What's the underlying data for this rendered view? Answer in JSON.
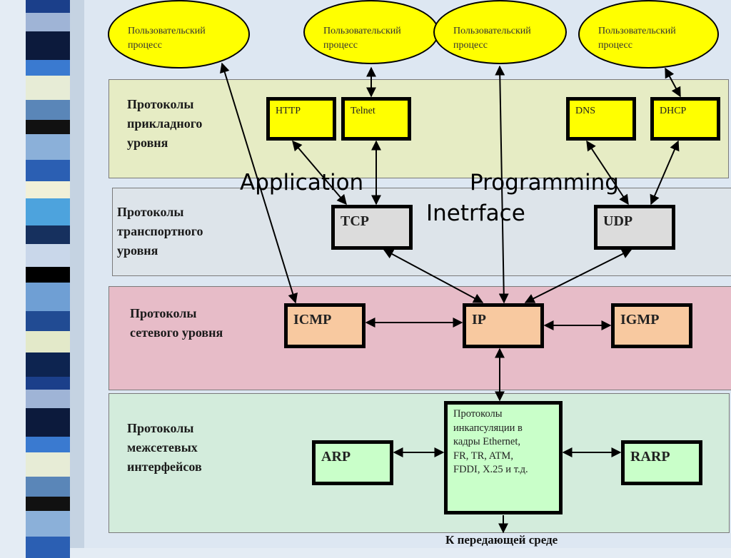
{
  "processes": [
    "Пользовательский\nпроцесс",
    "Пользовательский\nпроцесс",
    "Пользовательский\nпроцесс",
    "Пользовательский\nпроцесс"
  ],
  "layers": {
    "application": "Протоколы\nприкладного\nуровня",
    "transport": "Протоколы\nтранспортного\nуровня",
    "network": "Протоколы\nсетевого уровня",
    "link": "Протоколы\nмежсетевых\nинтерфейсов"
  },
  "protocols": {
    "http": "HTTP",
    "telnet": "Telnet",
    "dns": "DNS",
    "dhcp": "DHCP",
    "tcp": "TCP",
    "udp": "UDP",
    "icmp": "ICMP",
    "ip": "IP",
    "igmp": "IGMP",
    "arp": "ARP",
    "rarp": "RARP",
    "encapsulation": "Протоколы\nинкапсуляции в\nкадры Ethernet,\nFR, TR, ATM,\nFDDI, X.25  и т.д."
  },
  "api_words": [
    "Application",
    "Programming",
    "Inetrface"
  ],
  "bottom_note": "К передающей среде",
  "colors": {
    "process_fill": "#ffff00",
    "application_band": "#e6ecc4",
    "transport_band": "#dde4ea",
    "network_band": "#e7bcc8",
    "link_band": "#d3ecdc",
    "transport_box": "#dcdcdc",
    "network_box": "#f8c9a0",
    "link_box": "#c9ffc9"
  }
}
